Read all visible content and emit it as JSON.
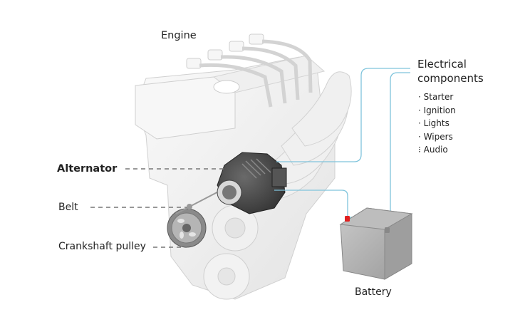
{
  "diagram": {
    "title_engine": "Engine",
    "labels": {
      "alternator": "Alternator",
      "belt": "Belt",
      "crankshaft_pulley": "Crankshaft pulley",
      "battery": "Battery"
    },
    "electrical": {
      "title_line1": "Electrical",
      "title_line2": "components",
      "items": [
        "Starter",
        "Ignition",
        "Lights",
        "Wipers",
        "Audio"
      ],
      "more_indicator": "⁝"
    },
    "colors": {
      "wire": "#7fc4dc",
      "leader_dash": "#777777",
      "battery_terminal_positive": "#e02020",
      "engine_body": "#f2f2f2",
      "alternator": "#4a4a4a"
    }
  }
}
